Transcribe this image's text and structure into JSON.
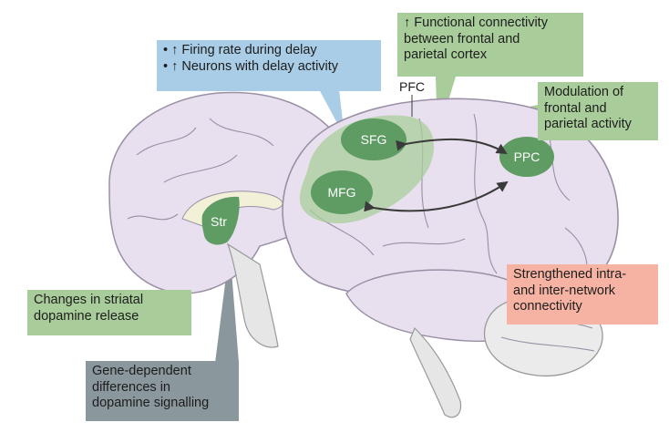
{
  "colors": {
    "green_box": "#a9cd9a",
    "blue_box": "#a9cde6",
    "gray_box": "#8a979d",
    "salmon_box": "#f6b3a3",
    "brain": "#e8e0ee",
    "region": "#5e9c63"
  },
  "regions": {
    "sfg": "SFG",
    "mfg": "MFG",
    "ppc": "PPC",
    "str": "Str",
    "pfc": "PFC"
  },
  "callouts": {
    "firing": {
      "lines": [
        "• ↑ Firing rate during delay",
        "• ↑ Neurons with delay activity"
      ]
    },
    "functional": {
      "lines": [
        "↑ Functional connectivity",
        "between frontal and",
        "parietal cortex"
      ]
    },
    "modulation": {
      "lines": [
        "Modulation of",
        "frontal and",
        "parietal activity"
      ]
    },
    "striatal": {
      "lines": [
        "Changes in striatal",
        "dopamine release"
      ]
    },
    "gene": {
      "lines": [
        "Gene-dependent",
        "differences in",
        "dopamine signalling"
      ]
    },
    "strengthened": {
      "lines": [
        "Strengthened intra-",
        "and inter-network",
        "connectivity"
      ]
    }
  }
}
